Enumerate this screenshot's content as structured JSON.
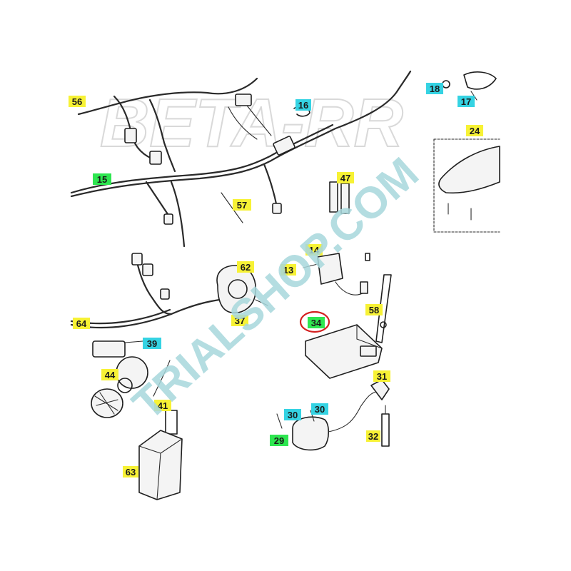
{
  "diagram": {
    "logo_text": "BETA-RR",
    "watermark_text": "TRIALSHOP.COM",
    "colors": {
      "yellow": "#f7f235",
      "green": "#2ee650",
      "cyan": "#35d3e3",
      "highlight_ring": "#d42020",
      "watermark": "#a8d8dc",
      "line": "#1f1f1f"
    },
    "callouts": [
      {
        "id": "c56",
        "label": "56",
        "color": "yellow"
      },
      {
        "id": "c15",
        "label": "15",
        "color": "green"
      },
      {
        "id": "c16",
        "label": "16",
        "color": "cyan"
      },
      {
        "id": "c18",
        "label": "18",
        "color": "cyan"
      },
      {
        "id": "c17",
        "label": "17",
        "color": "cyan"
      },
      {
        "id": "c24",
        "label": "24",
        "color": "yellow"
      },
      {
        "id": "c47",
        "label": "47",
        "color": "yellow"
      },
      {
        "id": "c57",
        "label": "57",
        "color": "yellow"
      },
      {
        "id": "c14",
        "label": "14",
        "color": "yellow"
      },
      {
        "id": "c13",
        "label": "13",
        "color": "yellow"
      },
      {
        "id": "c62",
        "label": "62",
        "color": "yellow"
      },
      {
        "id": "c58",
        "label": "58",
        "color": "yellow"
      },
      {
        "id": "c37",
        "label": "37",
        "color": "yellow"
      },
      {
        "id": "c34",
        "label": "34",
        "color": "green"
      },
      {
        "id": "c64",
        "label": "64",
        "color": "yellow"
      },
      {
        "id": "c39",
        "label": "39",
        "color": "cyan"
      },
      {
        "id": "c44",
        "label": "44",
        "color": "yellow"
      },
      {
        "id": "c31",
        "label": "31",
        "color": "yellow"
      },
      {
        "id": "c41",
        "label": "41",
        "color": "yellow"
      },
      {
        "id": "c30a",
        "label": "30",
        "color": "cyan"
      },
      {
        "id": "c30b",
        "label": "30",
        "color": "cyan"
      },
      {
        "id": "c29",
        "label": "29",
        "color": "green"
      },
      {
        "id": "c32",
        "label": "32",
        "color": "yellow"
      },
      {
        "id": "c63",
        "label": "63",
        "color": "yellow"
      }
    ],
    "highlighted_callout": "c34"
  }
}
